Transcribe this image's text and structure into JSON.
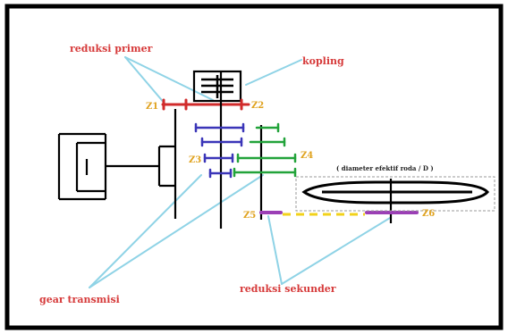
{
  "labels": {
    "reduksi_primer": "reduksi primer",
    "kopling": "kopling",
    "gear_transmisi": "gear transmisi",
    "reduksi_sekunder": "reduksi sekunder",
    "diameter_note": "( diameter efektif roda / D )"
  },
  "gears": {
    "z1": "Z1",
    "z2": "Z2",
    "z3": "Z3",
    "z4": "Z4",
    "z5": "Z5",
    "z6": "Z6"
  },
  "colors": {
    "frame": "#000000",
    "primary_gear": "#d12b2b",
    "input_gears": "#3a35b8",
    "output_gears": "#22a33a",
    "final_gears": "#9b3fb5",
    "chain": "#f2d21a",
    "leader_lines": "#8fd3e6",
    "label_red": "#d63a3a",
    "label_gear": "#e0a320"
  }
}
